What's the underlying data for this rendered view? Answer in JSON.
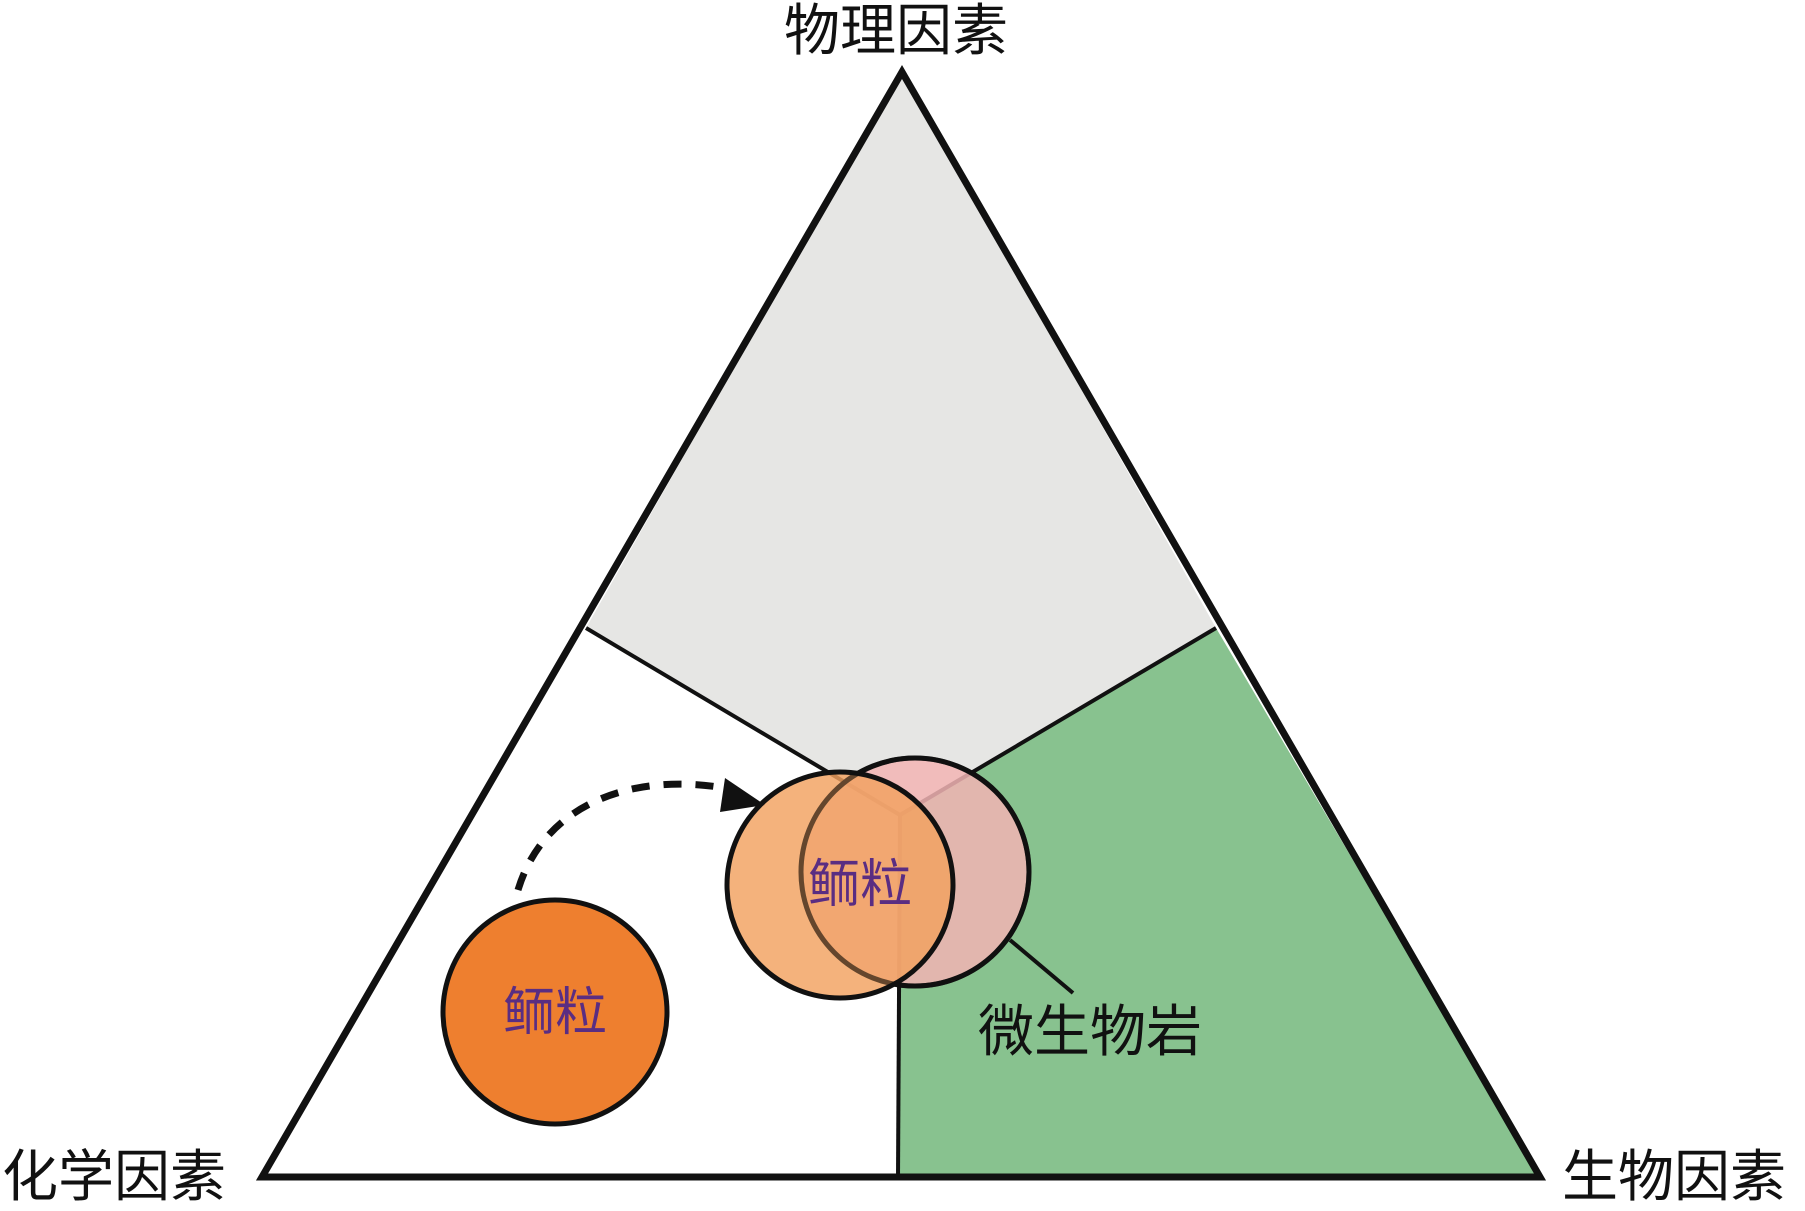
{
  "vertices": {
    "top": "物理因素",
    "bottom_left": "化学因素",
    "bottom_right": "生物因素"
  },
  "circles": {
    "initial_label": "鲕粒",
    "final_label": "鲕粒",
    "microbialite_label": "微生物岩"
  },
  "colors": {
    "physical_region": "#e6e6e4",
    "chemical_region": "#ffffff",
    "biological_region": "#88c28f",
    "ooid_initial": "#ee7f2f",
    "ooid_final": "#f2a15f",
    "microbialite": "#f2b4b4",
    "ooid_text": "#5a2d82",
    "outline": "#111111"
  }
}
